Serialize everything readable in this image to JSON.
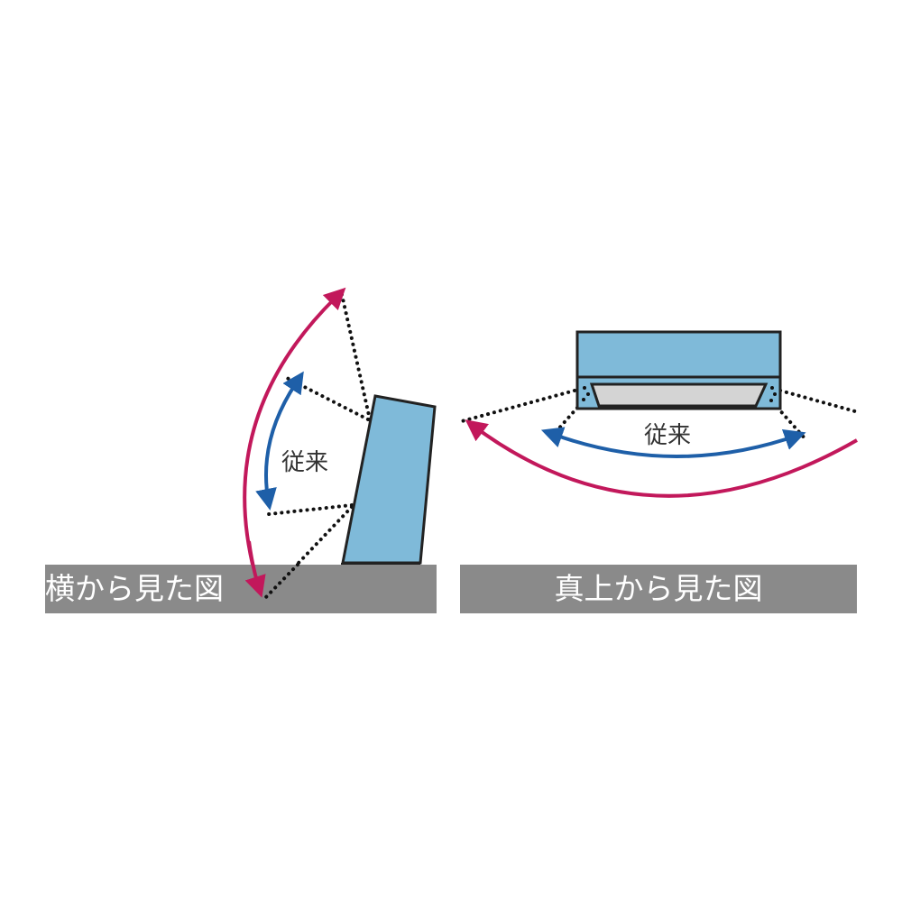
{
  "side_view": {
    "caption": "横から見た図",
    "conventional_label": "従来"
  },
  "top_view": {
    "caption": "真上から見た図",
    "conventional_label": "従来"
  },
  "colors": {
    "unit_fill": "#7fbad9",
    "outline": "#222222",
    "wide_arrow": "#c2185b",
    "conventional_arrow": "#1e5fa8",
    "caption_bar": "#8a8a8a",
    "vent_fill": "#d4d4d4"
  }
}
